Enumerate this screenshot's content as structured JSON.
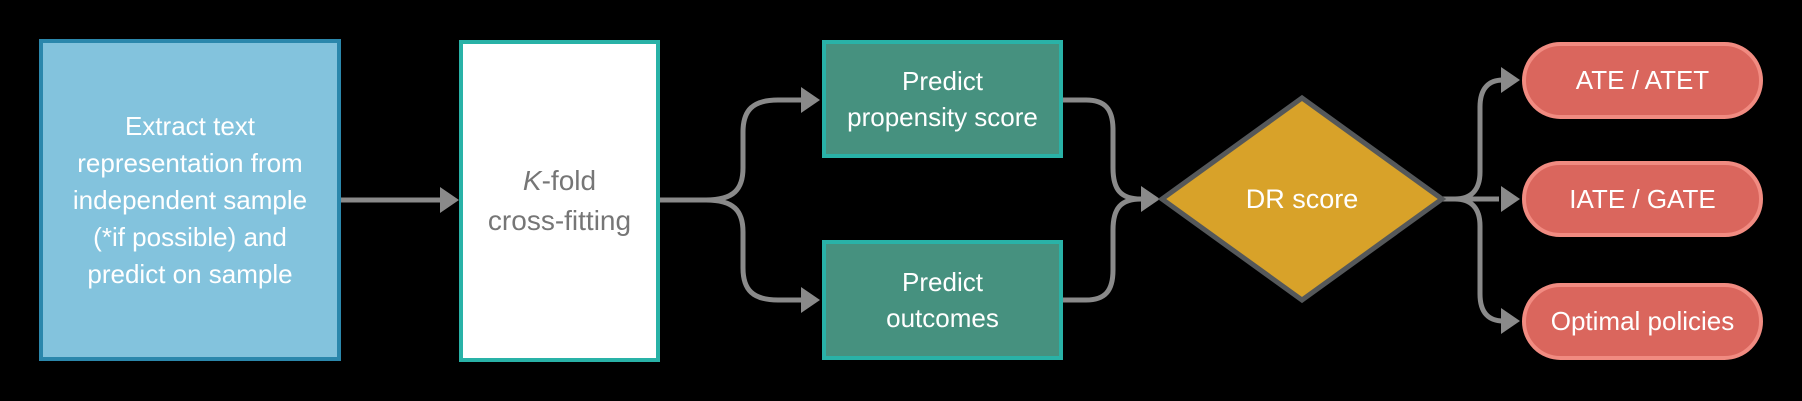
{
  "diagram": {
    "colors": {
      "background": "#000000",
      "arrow": "#8A8A8A",
      "extract_fill": "#83C3DD",
      "extract_border": "#2B87AC",
      "teal_border": "#29B2A7",
      "teal_fill": "#46917F",
      "kfold_fill": "#FFFFFF",
      "kfold_text": "#767676",
      "diamond_fill": "#D8A229",
      "diamond_border": "#55585A",
      "pill_fill": "#DA665D",
      "pill_border": "#F18B81",
      "node_text": "#FFFFFF"
    },
    "nodes": {
      "extract": {
        "label": "Extract text\nrepresentation from\nindependent sample\n(*if possible) and\npredict on sample"
      },
      "kfold": {
        "k": "K",
        "k_suffix": "-fold",
        "line2": "cross-fitting"
      },
      "propensity": {
        "label": "Predict\npropensity score"
      },
      "outcomes": {
        "label": "Predict\noutcomes"
      },
      "dr": {
        "label": "DR score"
      },
      "ate": {
        "label": "ATE / ATET"
      },
      "iate": {
        "label": "IATE / GATE"
      },
      "policies": {
        "label": "Optimal policies"
      }
    }
  }
}
